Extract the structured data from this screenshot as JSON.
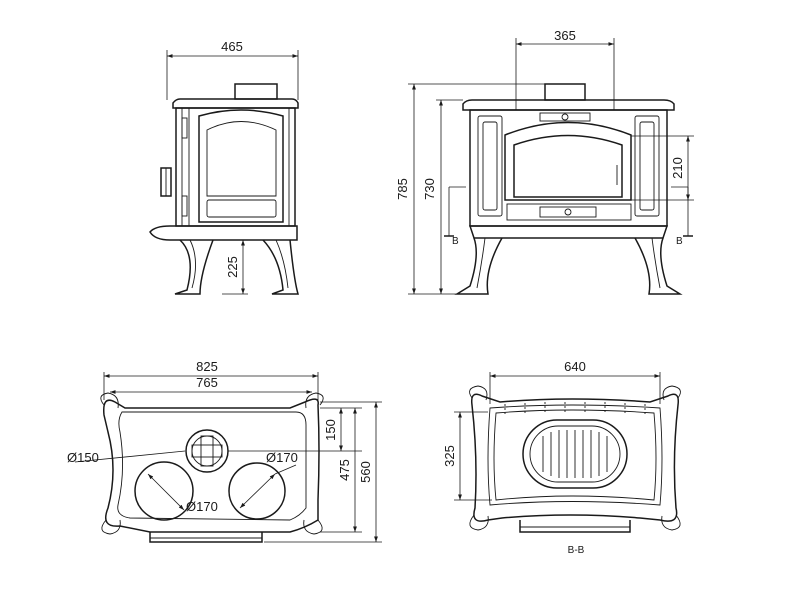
{
  "dimensions": {
    "front_width": "465",
    "front_leg_height": "225",
    "side_top_width": "365",
    "side_total_height": "785",
    "side_body_height": "730",
    "side_window_height": "210",
    "top_overall_width": "825",
    "top_body_width": "765",
    "flue_diameter": "Ø150",
    "hotplate_right_diameter": "Ø170",
    "hotplate_left_diameter": "Ø170",
    "top_flue_offset": "150",
    "top_body_depth": "475",
    "top_overall_depth": "560",
    "section_width": "640",
    "section_depth": "325"
  },
  "section_markers": {
    "left": "B",
    "right": "B",
    "section_label": "B-B"
  }
}
